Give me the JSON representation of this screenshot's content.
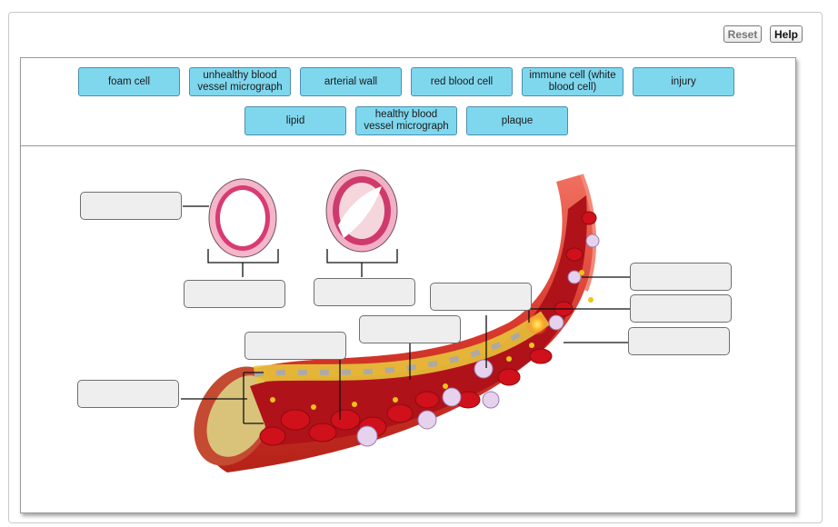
{
  "toolbar": {
    "reset_label": "Reset",
    "help_label": "Help"
  },
  "label_bank": [
    "foam cell",
    "unhealthy blood vessel micrograph",
    "arterial wall",
    "red blood cell",
    "immune cell (white blood cell)",
    "injury",
    "lipid",
    "healthy blood vessel micrograph",
    "plaque"
  ],
  "colors": {
    "chip_fill": "#7fd7ee",
    "chip_border": "#4a8fb0",
    "target_fill": "#eeeeee",
    "vessel_red": "#d93a2e",
    "rbc_red": "#c8101a",
    "lipid_yellow": "#e8c33a",
    "wbc_purple": "#c9b0d8"
  }
}
